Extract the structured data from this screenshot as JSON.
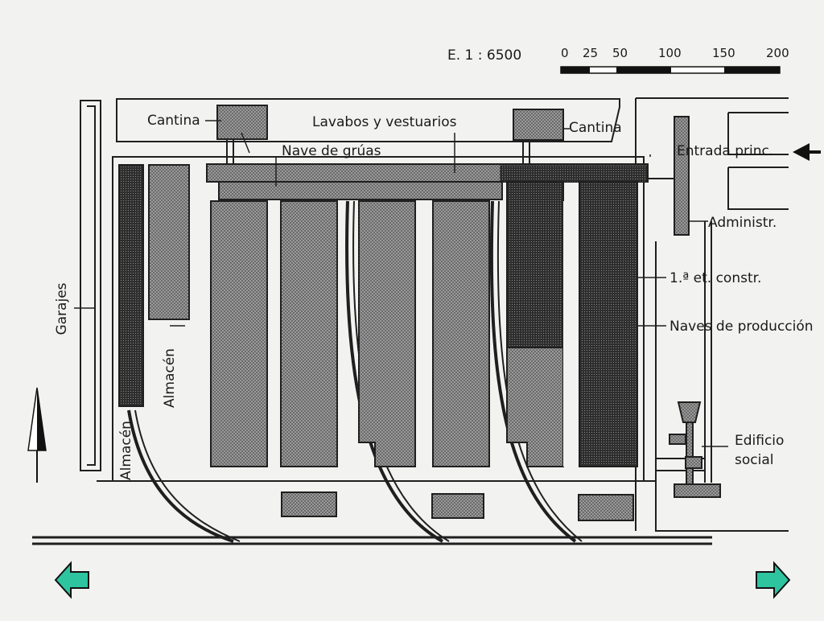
{
  "scale": {
    "ratio_label": "E. 1 : 6500",
    "ticks": [
      "0",
      "25",
      "50",
      "100",
      "150",
      "200"
    ]
  },
  "labels": {
    "cantina_left": "Cantina",
    "cantina_right": "Cantina",
    "lavabos": "Lavabos y vestuarios",
    "nave_gruas": "Nave de grúas",
    "entrada": "Entrada princ.",
    "administr": "Administr.",
    "construccion": "1.ª et. constr.",
    "naves_produccion": "Naves de producción",
    "edificio": "Edificio",
    "social": "social",
    "garajes": "Garajes",
    "almacen_1": "Almacén",
    "almacen_2": "Almacén"
  },
  "icons": {
    "north_arrow": "north-arrow-icon",
    "entrance_arrow": "arrow-left-icon",
    "nav_prev": "arrow-left-icon",
    "nav_next": "arrow-right-icon"
  },
  "colors": {
    "nav_arrow_fill": "#2ec4a0",
    "hatch_light": "#8c8c8c",
    "hatch_dark": "#3a3a3a",
    "line": "#1f1f1f"
  }
}
